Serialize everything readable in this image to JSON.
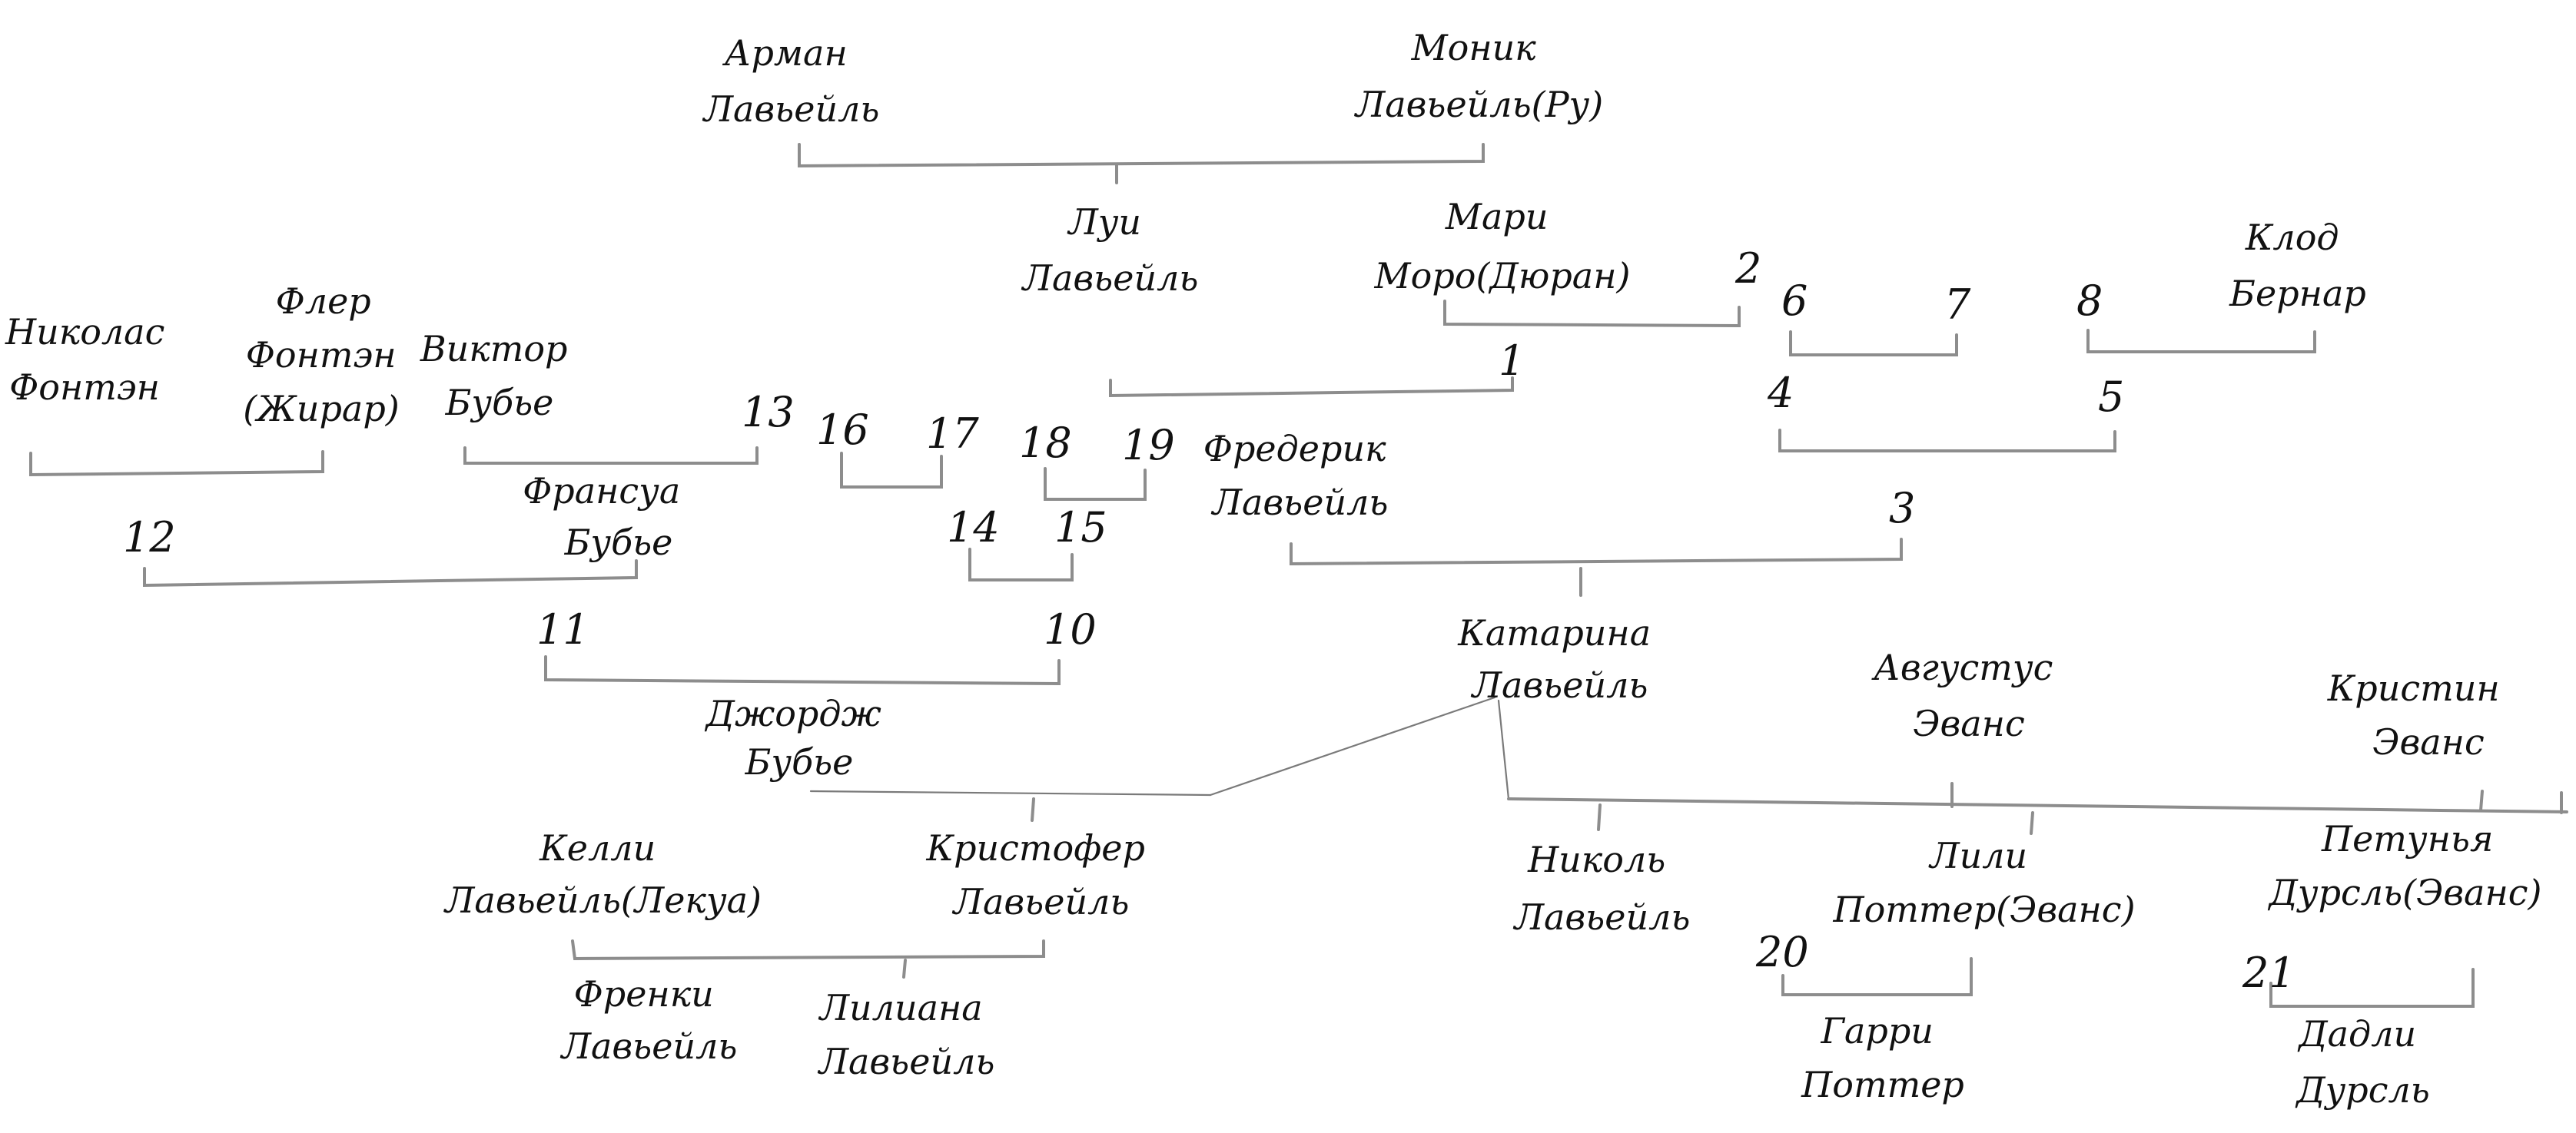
{
  "people": {
    "arman": [
      "Арман",
      "Лавьейль"
    ],
    "monik": [
      "Моник",
      "Лавьейль(Ру)"
    ],
    "lui": [
      "Луи",
      "Лавьейль"
    ],
    "mari": [
      "Мари",
      "Моро(Дюран)"
    ],
    "klod": [
      "Клод",
      "Бернар"
    ],
    "nikolas": [
      "Николас",
      "Фонтэн"
    ],
    "fler": [
      "Флер",
      "Фонтэн",
      "(Жирар)"
    ],
    "viktor": [
      "Виктор",
      "Бубье"
    ],
    "fransua": [
      "Франсуа",
      "Бубье"
    ],
    "frederik": [
      "Фредерик",
      "Лавьейль"
    ],
    "katarina": [
      "Катарина",
      "Лавьейль"
    ],
    "dzhordzh": [
      "Джордж",
      "Бубье"
    ],
    "avgustus": [
      "Августус",
      "Эванс"
    ],
    "kristin": [
      "Кристин",
      "Эванс"
    ],
    "kelli": [
      "Келли",
      "Лавьейль(Лекуа)"
    ],
    "kristofer": [
      "Кристофер",
      "Лавьейль"
    ],
    "nikol": [
      "Николь",
      "Лавьейль"
    ],
    "lili": [
      "Лили",
      "Поттер(Эванс)"
    ],
    "petunya": [
      "Петунья",
      "Дурсль(Эванс)"
    ],
    "frenki": [
      "Френки",
      "Лавьейль"
    ],
    "liliana": [
      "Лилиана",
      "Лавьейль"
    ],
    "garri": [
      "Гарри",
      "Поттер"
    ],
    "dadli": [
      "Дадли",
      "Дурсль"
    ]
  },
  "numbers": {
    "n1": "1",
    "n2": "2",
    "n3": "3",
    "n4": "4",
    "n5": "5",
    "n6": "6",
    "n7": "7",
    "n8": "8",
    "n10": "10",
    "n11": "11",
    "n12": "12",
    "n13": "13",
    "n14": "14",
    "n15": "15",
    "n16": "16",
    "n17": "17",
    "n18": "18",
    "n19": "19",
    "n20": "20",
    "n21": "21"
  }
}
